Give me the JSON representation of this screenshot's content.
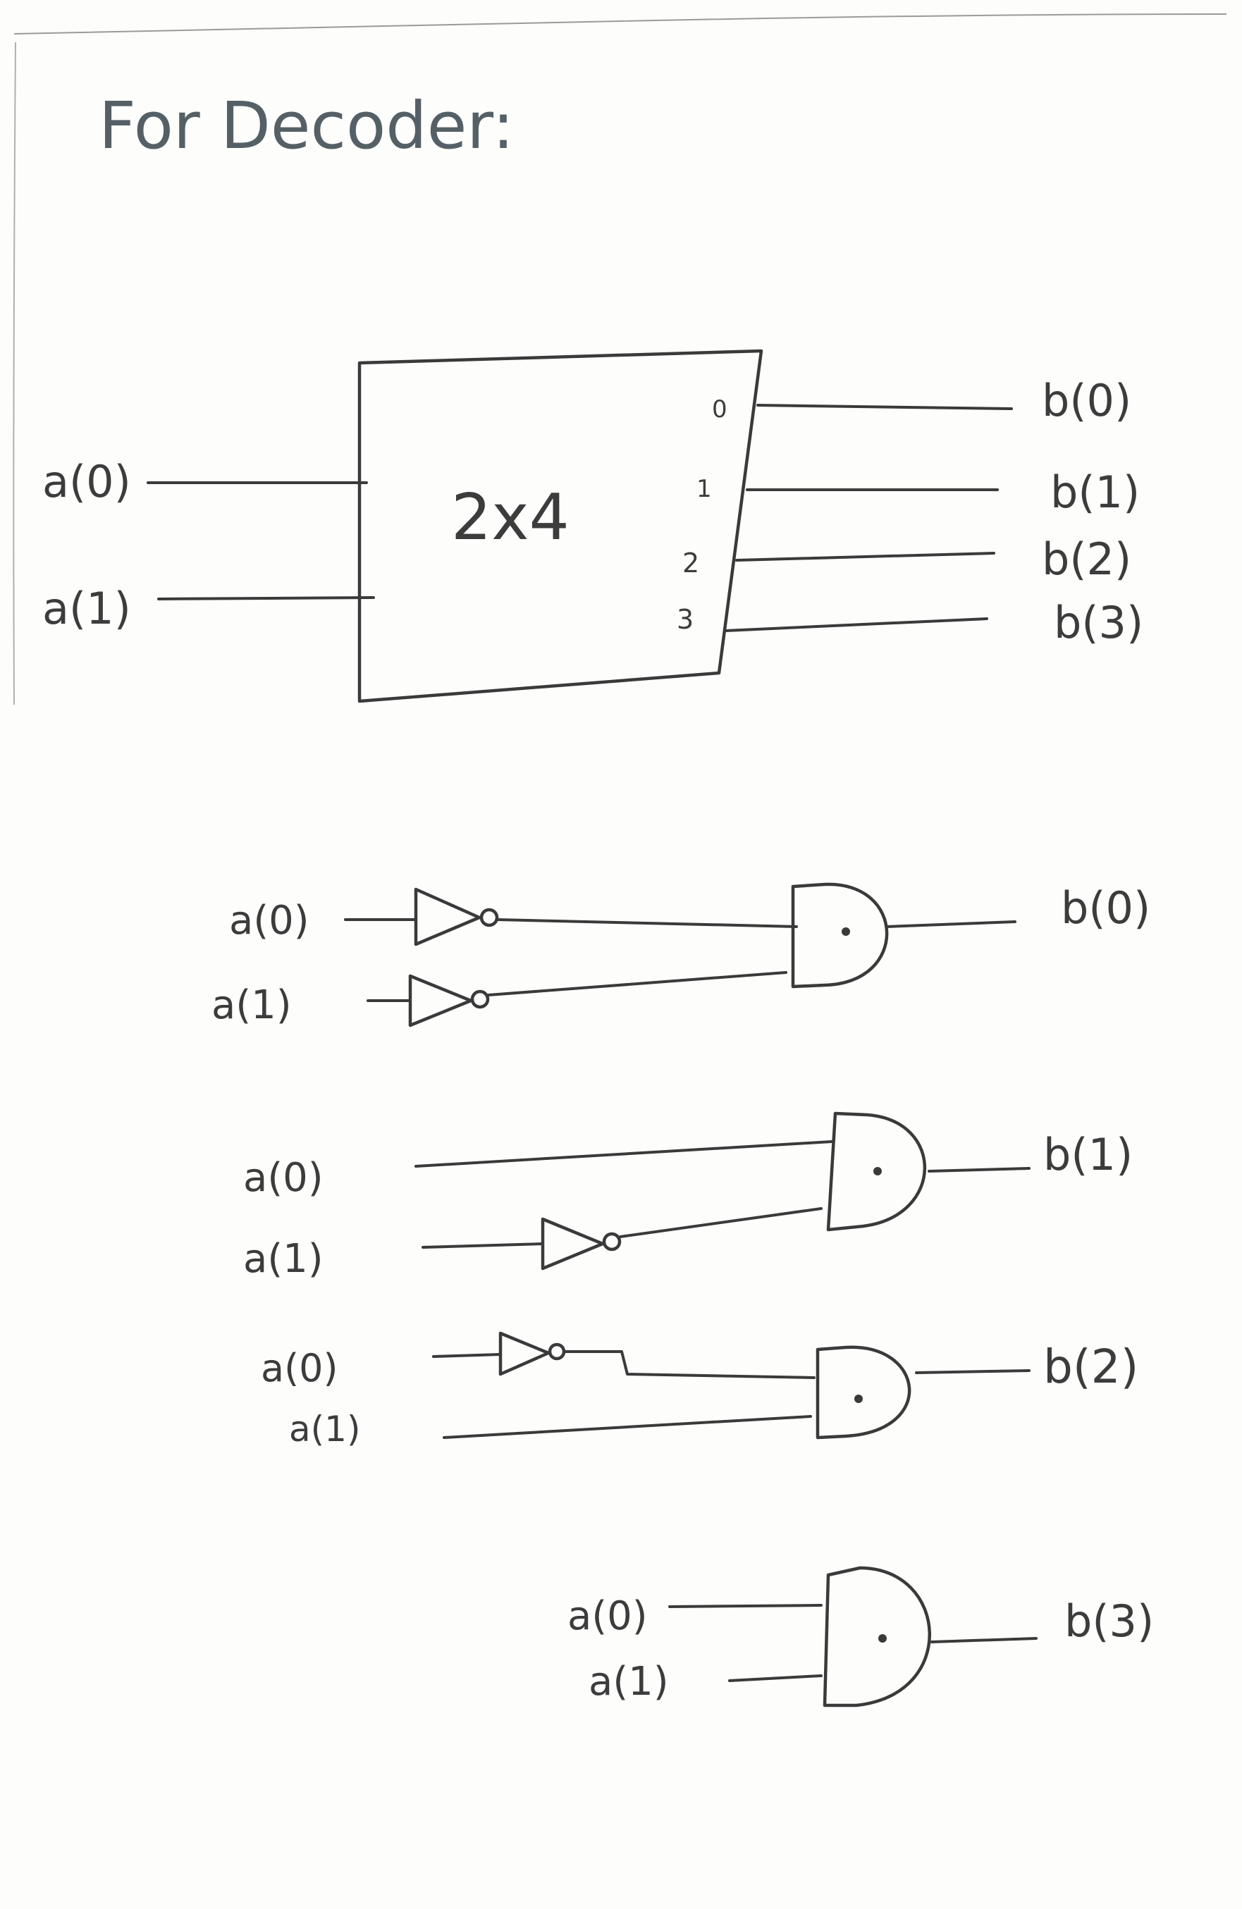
{
  "title": "For Decoder:",
  "block": {
    "label": "2x4",
    "inputs": [
      "a(0)",
      "a(1)"
    ],
    "pins": [
      "0",
      "1",
      "2",
      "3"
    ],
    "outputs": [
      "b(0)",
      "b(1)",
      "b(2)",
      "b(3)"
    ]
  },
  "circuits": [
    {
      "inputs": [
        "a(0)",
        "a(1)"
      ],
      "output": "b(0)"
    },
    {
      "inputs": [
        "a(0)",
        "a(1)"
      ],
      "output": "b(1)"
    },
    {
      "inputs": [
        "a(0)",
        "a(1)"
      ],
      "output": "b(2)"
    },
    {
      "inputs": [
        "a(0)",
        "a(1)"
      ],
      "output": "b(3)"
    }
  ],
  "colors": {
    "ink": "#3a3a3a",
    "title_ink": "#556066",
    "paper": "#fdfdfc"
  }
}
